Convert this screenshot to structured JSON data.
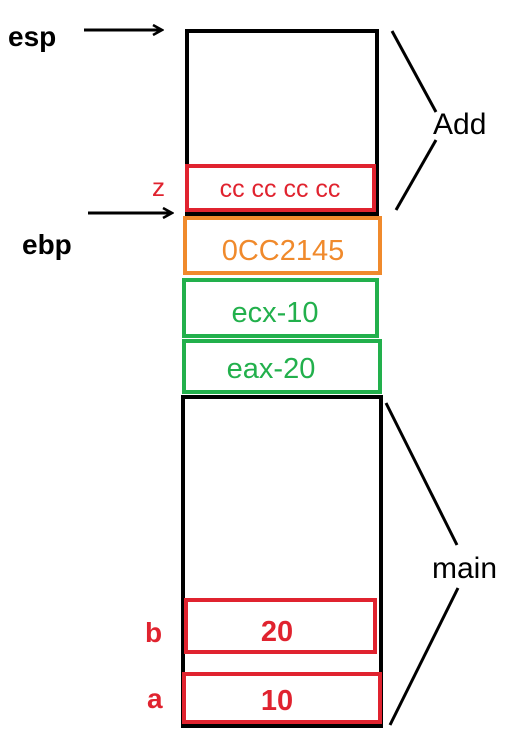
{
  "colors": {
    "frame": "#000000",
    "local_var": "#e0232f",
    "return_addr": "#f08a2c",
    "saved_reg": "#22b04c",
    "caller_var": "#e0232f"
  },
  "registers": {
    "esp": "esp",
    "ebp": "ebp"
  },
  "frames": {
    "add": "Add",
    "main": "main"
  },
  "stack_cells": {
    "z_label": "z",
    "z_value": "cc cc cc cc",
    "return_address": "0CC2145",
    "ecx": "ecx-10",
    "eax": "eax-20",
    "b_label": "b",
    "b_value": "20",
    "a_label": "a",
    "a_value": "10"
  }
}
